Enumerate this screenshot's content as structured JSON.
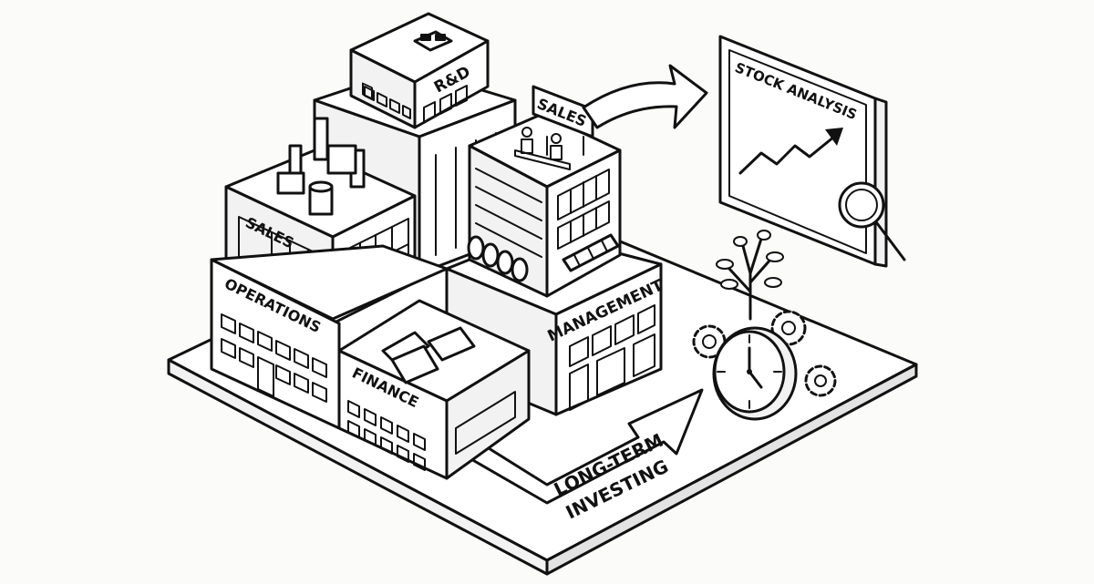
{
  "labels": {
    "rnd": "R&D",
    "sales_top": "SALES",
    "sales_left": "SALES",
    "operations": "OPERATIONS",
    "finance": "FINANCE",
    "management": "MANAGEMENT",
    "stock_analysis": "STOCK ANALYSIS",
    "long_term_line1": "LONG-TERM",
    "long_term_line2": "INVESTING"
  },
  "icons": [
    "magnifying-glass-icon",
    "clock-icon",
    "gear-icon",
    "tree-icon",
    "trend-arrow-icon"
  ],
  "colors": {
    "ink": "#111111",
    "paper": "#fbfbf9"
  }
}
